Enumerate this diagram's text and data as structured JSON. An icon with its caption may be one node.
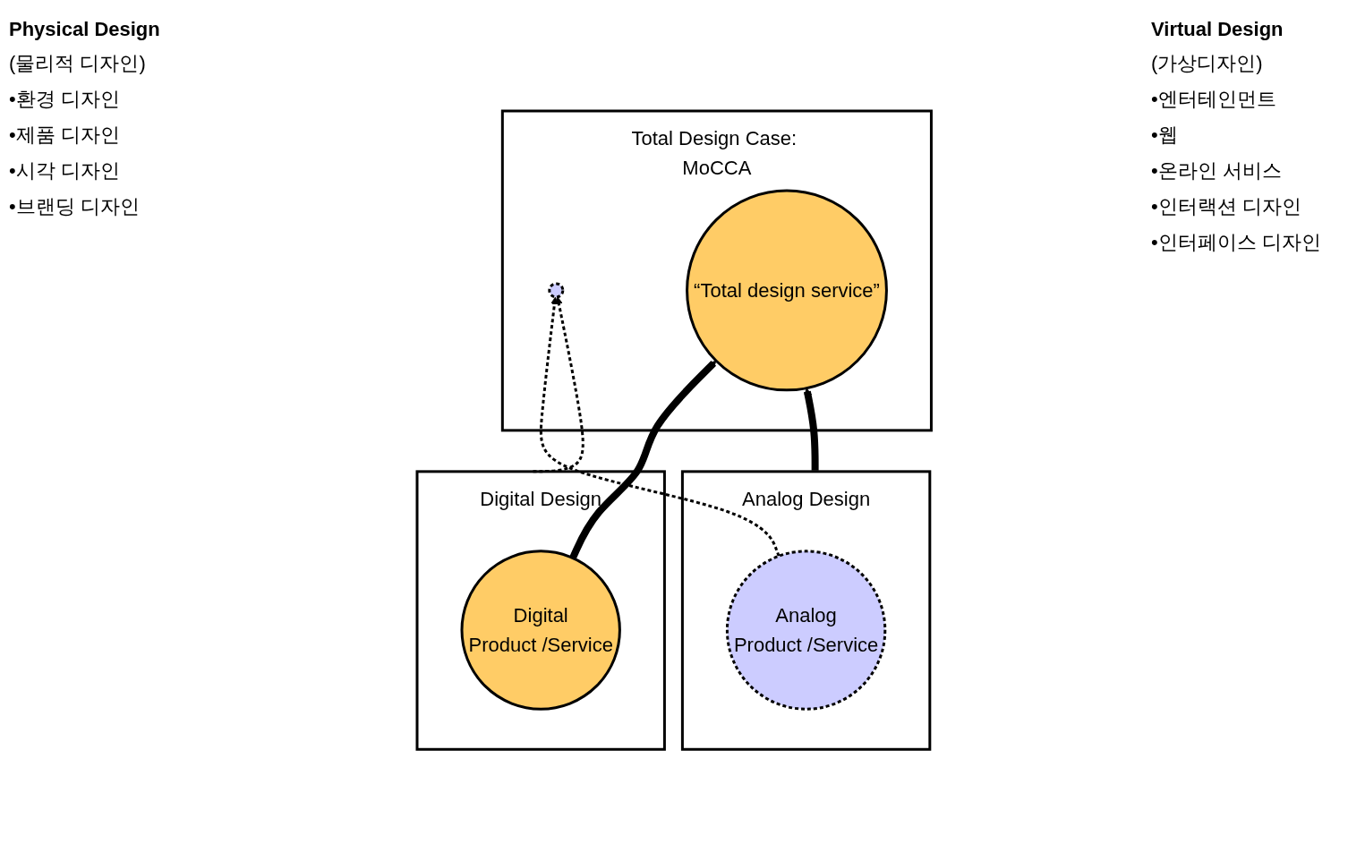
{
  "diagram": {
    "nodes": [
      {
        "text": [
          "Total Design Case: MoCCA"
        ]
      },
      {
        "text": [],
        "shape": "circle",
        "in": 0
      },
      {
        "text": [
          "“Total design service”"
        ],
        "in": 0
      },
      {
        "text": [
          "Analog Design"
        ]
      },
      {
        "text": [
          "Analog",
          "Product /Service"
        ],
        "in": 3
      },
      {
        "text": [
          "Digital Design"
        ]
      },
      {
        "text": [
          "Digital",
          "Product /Service"
        ],
        "in": 5
      }
    ],
    "edges": [
      {
        "from": 4,
        "to": 1,
        "arrow": "to",
        "style": "dashed"
      },
      {
        "from": 3,
        "to": 2,
        "arrow": "to",
        "style": "thick"
      },
      {
        "from": 5,
        "to": 1,
        "arrow": "to",
        "style": "dashed"
      },
      {
        "from": 6,
        "to": 2,
        "arrow": "to",
        "style": "thick"
      }
    ],
    "labels": [
      "Physical Design",
      "(물리적 디자인)",
      "Virtual Design",
      "(가상디자인)",
      "•환경 디자인",
      "•제품 디자인",
      "•시각 디자인",
      "•브랜딩 디자인",
      "•엔터테인먼트",
      "•웹",
      "•온라인 서비스",
      "•인터랙션 디자인",
      "•인터페이스 디자인"
    ]
  }
}
